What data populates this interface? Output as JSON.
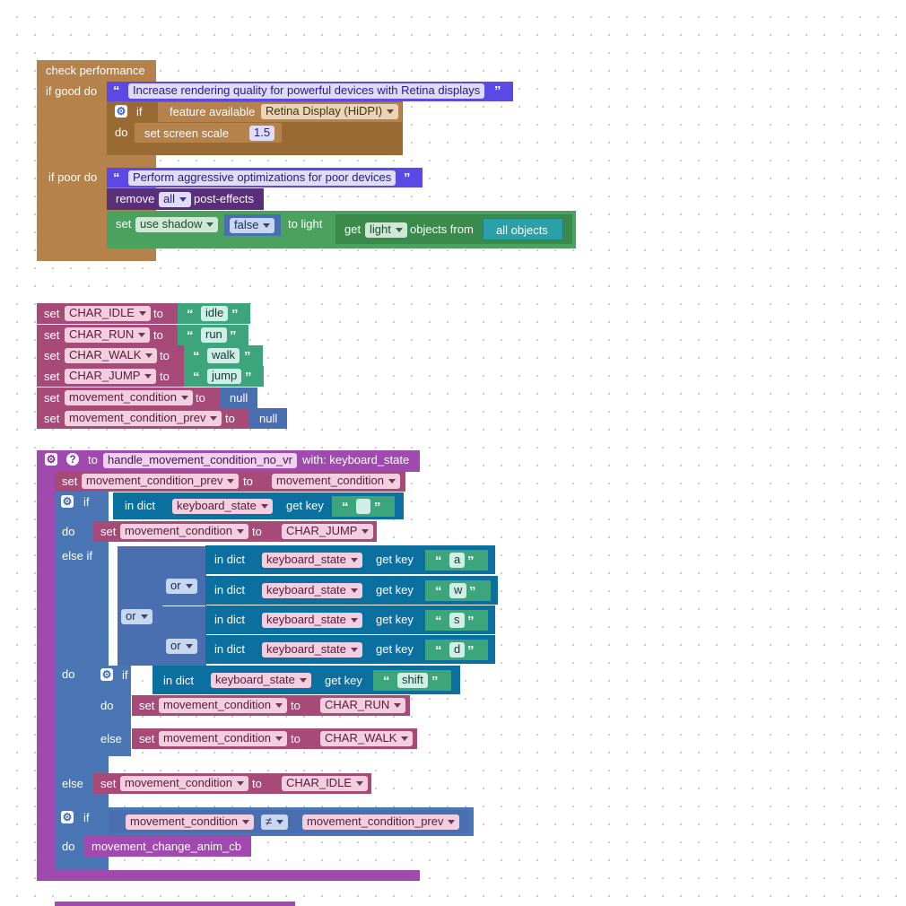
{
  "perf": {
    "title": "check performance",
    "if_good": "if good do",
    "if_poor": "if poor do",
    "comment1": "Increase rendering quality for powerful devices with Retina displays",
    "if": "if",
    "do": "do",
    "feature_available": "feature available",
    "feature_value": "Retina Display (HiDPI)",
    "set_screen_scale": "set screen scale",
    "scale_value": "1.5",
    "comment2": "Perform aggressive optimizations for poor devices",
    "remove": "remove",
    "remove_value": "all",
    "post_effects": "post-effects",
    "set": "set",
    "shadow_prop": "use shadow",
    "shadow_value": "false",
    "to_light": "to light",
    "get": "get",
    "get_value": "light",
    "objects_from": "objects from",
    "all_objects": "all objects"
  },
  "vars": {
    "set": "set",
    "to": "to",
    "rows": [
      {
        "name": "CHAR_IDLE",
        "value": "idle"
      },
      {
        "name": "CHAR_RUN",
        "value": "run"
      },
      {
        "name": "CHAR_WALK",
        "value": "walk"
      },
      {
        "name": "CHAR_JUMP",
        "value": "jump"
      },
      {
        "name": "movement_condition",
        "value": "null"
      },
      {
        "name": "movement_condition_prev",
        "value": "null"
      }
    ]
  },
  "func": {
    "to": "to",
    "name": "handle_movement_condition_no_vr",
    "with": "with: keyboard_state",
    "set": "set",
    "to_kw": "to",
    "prev_var": "movement_condition_prev",
    "cond_var": "movement_condition",
    "if": "if",
    "do": "do",
    "else_if": "else if",
    "else": "else",
    "in_dict": "in dict",
    "kb": "keyboard_state",
    "get_key": "get key",
    "key_empty": "",
    "char_jump": "CHAR_JUMP",
    "or": "or",
    "key_a": "a",
    "key_w": "w",
    "key_s": "s",
    "key_d": "d",
    "key_shift": "shift",
    "char_run": "CHAR_RUN",
    "char_walk": "CHAR_WALK",
    "char_idle": "CHAR_IDLE",
    "neq": "≠",
    "callback": "movement_change_anim_cb"
  },
  "icons": {
    "gear": "gear-icon",
    "help": "help-icon",
    "quote": "quote-icon"
  }
}
